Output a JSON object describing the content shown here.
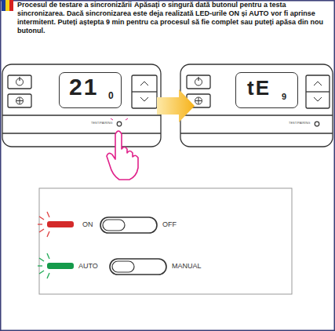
{
  "diagram": {
    "title": "Procesul de testare a sincronizării",
    "nodes": [
      {
        "text": [
          "21",
          "0"
        ]
      },
      {
        "text": [
          "tE",
          "9"
        ]
      }
    ],
    "labels": [
      "Apăsați o singură dată butonul pentru a testa sincronizarea. Dacă sincronizarea este deja realizată LED-urile ON și AUTO vor fi aprinse intermitent. Puteți aștepta 9 min pentru ca procesul să fie complet sau puteți apăsa din nou butonul.",
      "TEST/PAIRING",
      "TEST/PAIRING",
      "ON",
      "OFF",
      "AUTO",
      "MANUAL"
    ]
  }
}
